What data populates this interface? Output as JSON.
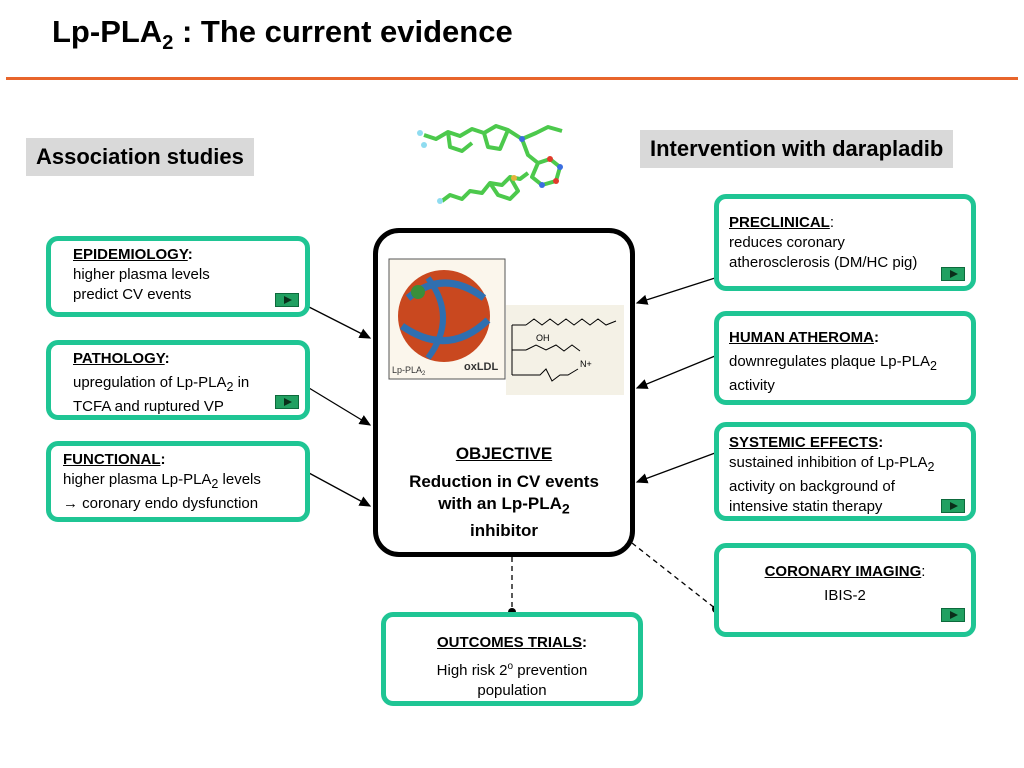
{
  "title": {
    "main": "Lp-PLA",
    "sub": "2",
    "rest": " : The current evidence"
  },
  "headers": {
    "left": "Association studies",
    "right": "Intervention with darapladib"
  },
  "image_labels": {
    "particle_left": "Lp-PLA",
    "particle_left_sub": "2",
    "particle_right": "oxLDL",
    "oh": "OH",
    "nplus": "N+"
  },
  "left_boxes": [
    {
      "label": "EPIDEMIOLOGY",
      "colon": ":",
      "line1": "higher plasma levels",
      "line2": "predict CV events"
    },
    {
      "label": "PATHOLOGY",
      "colon": ":",
      "line1a": "upregulation of Lp-PLA",
      "line1sub": "2",
      "line1b": " in",
      "line2": "TCFA and ruptured VP"
    },
    {
      "label": "FUNCTIONAL",
      "colon": ":",
      "line1a": "higher plasma Lp-PLA",
      "line1sub": "2",
      "line1b": " levels",
      "line2": "→ coronary endo dysfunction"
    }
  ],
  "right_boxes": [
    {
      "label": "PRECLINICAL",
      "colon": ":",
      "line1": "reduces coronary",
      "line2": "atherosclerosis (DM/HC pig)"
    },
    {
      "label": "HUMAN ATHEROMA",
      "colon": ":",
      "line1a": "downregulates plaque Lp-PLA",
      "line1sub": "2",
      "line2": "activity"
    },
    {
      "label": "SYSTEMIC EFFECTS",
      "colon": ":",
      "line1a": "sustained inhibition of Lp-PLA",
      "line1sub": "2",
      "line2": "activity on background of",
      "line3": "intensive statin therapy"
    },
    {
      "label": "CORONARY IMAGING",
      "colon": ":",
      "line1": "IBIS-2"
    }
  ],
  "objective": {
    "label": "OBJECTIVE",
    "line1": "Reduction in CV events",
    "line2a": "with an Lp-PLA",
    "line2sub": "2",
    "line3": "inhibitor"
  },
  "outcomes": {
    "label": "OUTCOMES TRIALS",
    "colon": ":",
    "line1a": "High risk 2",
    "line1sup": "o",
    "line1b": " prevention",
    "line2": "population"
  }
}
